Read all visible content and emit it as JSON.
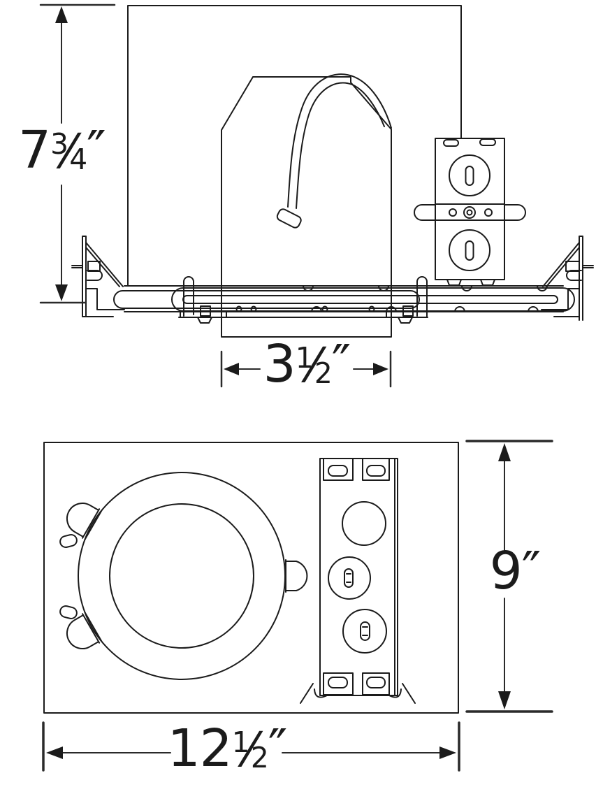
{
  "colors": {
    "line": "#1b1b1b",
    "dimension_line": "#2a2a2a",
    "background": "#ffffff"
  },
  "dimensions": {
    "side_height": {
      "whole": "7",
      "num": "3",
      "den": "4",
      "unit": "″"
    },
    "aperture_width": {
      "whole": "3",
      "num": "1",
      "den": "2",
      "unit": "″"
    },
    "plan_height": {
      "whole": "9",
      "unit": "″"
    },
    "plan_width": {
      "whole": "12",
      "num": "1",
      "den": "2",
      "unit": "″"
    }
  }
}
